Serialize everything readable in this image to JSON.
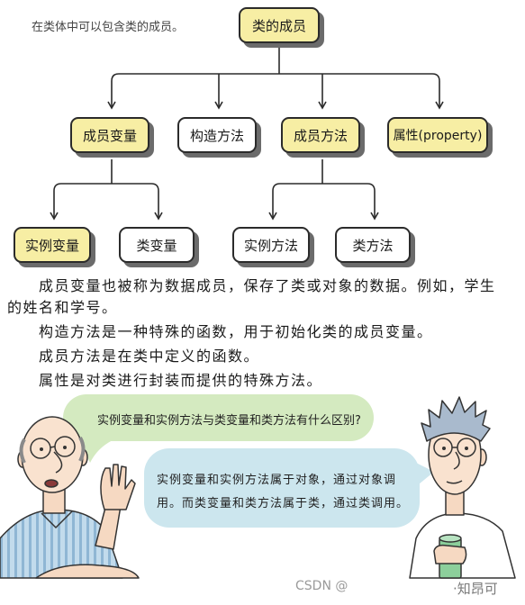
{
  "caption": "在类体中可以包含类的成员。",
  "tree": {
    "root": "类的成员",
    "members": [
      {
        "label": "成员变量",
        "children": [
          "实例变量",
          "类变量"
        ]
      },
      {
        "label": "构造方法"
      },
      {
        "label": "成员方法",
        "children": [
          "实例方法",
          "类方法"
        ]
      },
      {
        "label": "属性(property)"
      }
    ]
  },
  "paragraphs": [
    "成员变量也被称为数据成员，保存了类或对象的数据。例如，学生的姓名和学号。",
    "构造方法是一种特殊的函数，用于初始化类的成员变量。",
    "成员方法是在类中定义的函数。",
    "属性是对类进行封装而提供的特殊方法。"
  ],
  "dialogue": {
    "question": "实例变量和实例方法与类变量和类方法有什么区别?",
    "answer_lines": [
      "实例变量和实例方法属于对象，通过对象调",
      "用。而类变量和类方法属于类，通过类调用。"
    ]
  },
  "watermark": {
    "platform": "CSDN @",
    "author": "·知昂可"
  },
  "colors": {
    "box_highlight": "#f7eea4",
    "box_plain": "#ffffff",
    "box_shadow": "#6b6b6b",
    "bubble_question": "#d4eac0",
    "bubble_answer": "#cce6ee"
  }
}
